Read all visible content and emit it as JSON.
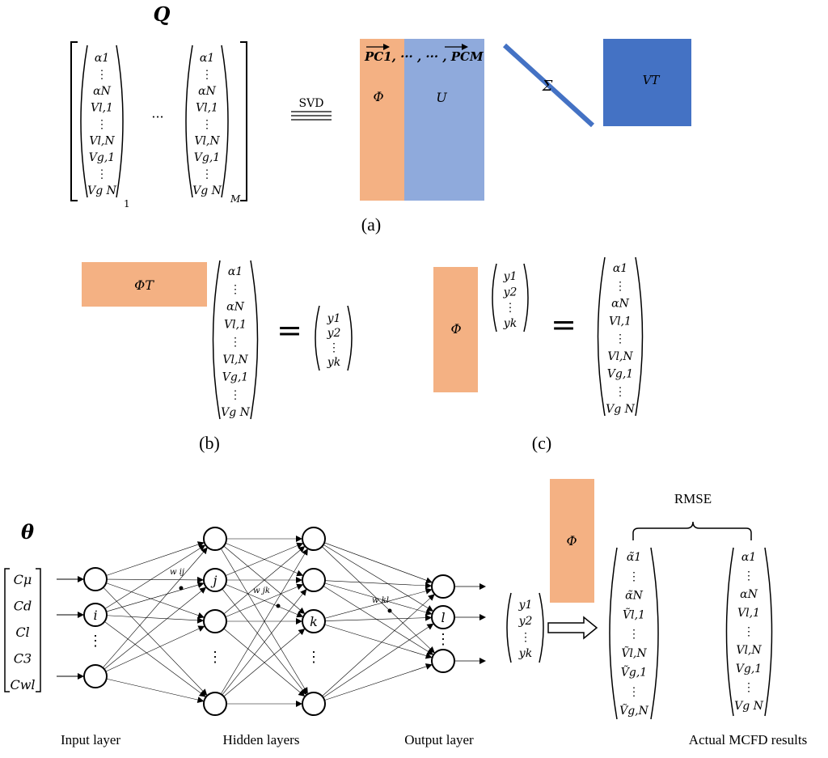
{
  "panel_a": {
    "label": "(a)",
    "q_title": "Q",
    "q_vector": [
      "α1",
      "⋮",
      "αN",
      "Vl,1",
      "⋮",
      "Vl,N",
      "Vg,1",
      "⋮",
      "Vg N"
    ],
    "q_sub_first": "1",
    "q_sub_last": "M",
    "q_dots": "···",
    "svd_label": "SVD",
    "pc_header": "PC1, ··· , ··· , PCM",
    "phi": "Φ",
    "u": "U",
    "sigma": "Σ",
    "vt": "VT"
  },
  "panel_b": {
    "label": "(b)",
    "phi_t": "ΦT",
    "vector": [
      "α1",
      "⋮",
      "αN",
      "Vl,1",
      "⋮",
      "Vl,N",
      "Vg,1",
      "⋮",
      "Vg N"
    ],
    "equals": "=",
    "y_vector": [
      "y1",
      "y2",
      "⋮",
      "yk"
    ]
  },
  "panel_c": {
    "label": "(c)",
    "phi": "Φ",
    "y_vector": [
      "y1",
      "y2",
      "⋮",
      "yk"
    ],
    "equals": "=",
    "vector": [
      "α1",
      "⋮",
      "αN",
      "Vl,1",
      "⋮",
      "Vl,N",
      "Vg,1",
      "⋮",
      "Vg N"
    ]
  },
  "network": {
    "theta": "θ",
    "inputs": [
      "Cμ",
      "Cd",
      "Cl",
      "C3",
      "Cwl"
    ],
    "input_node_label": "i",
    "hidden1_label": "j",
    "hidden2_label": "k",
    "output_label": "l",
    "weights": [
      "w ij",
      "w jk",
      "w kl"
    ],
    "vdots": "⋮",
    "y_vector": [
      "y1",
      "y2",
      "⋮",
      "yk"
    ],
    "phi": "Φ",
    "rmse": "RMSE",
    "predicted": [
      "α̃1",
      "⋮",
      "α̃N",
      "Ṽl,1",
      "⋮",
      "Ṽl,N",
      "Ṽg,1",
      "⋮",
      "Ṽg,N"
    ],
    "actual": [
      "α1",
      "⋮",
      "αN",
      "Vl,1",
      "⋮",
      "Vl,N",
      "Vg,1",
      "⋮",
      "Vg N"
    ],
    "captions": {
      "input": "Input layer",
      "hidden": "Hidden layers",
      "output": "Output layer",
      "actual": "Actual MCFD results"
    }
  },
  "colors": {
    "phi": "#F4B183",
    "u": "#8FAADC",
    "vt": "#4472C4",
    "sigma": "#4472C4"
  }
}
